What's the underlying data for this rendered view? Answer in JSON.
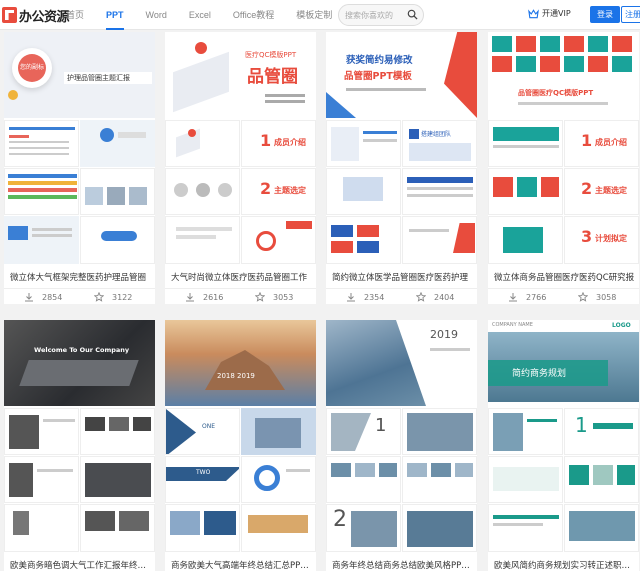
{
  "header": {
    "logo_text": "办公资源",
    "nav": [
      {
        "label": "首页",
        "active": false
      },
      {
        "label": "PPT",
        "active": true
      },
      {
        "label": "Word",
        "active": false
      },
      {
        "label": "Excel",
        "active": false
      },
      {
        "label": "Office教程",
        "active": false
      },
      {
        "label": "模板定制",
        "active": false
      }
    ],
    "search_placeholder": "搜索你喜欢的",
    "vip_label": "开通VIP",
    "login_label": "登录",
    "register_label": "注册"
  },
  "cards": [
    {
      "title": "微立体大气框架完整医药护理品管圈",
      "downloads": "2854",
      "favorites": "3122",
      "cover": {
        "heading": "护理品管圈主题汇报",
        "badge": "您的副标"
      }
    },
    {
      "title": "大气时尚微立体医疗医药品管圈工作",
      "downloads": "2616",
      "favorites": "3053",
      "cover": {
        "heading": "医疗QC模版PPT",
        "big": "品管圈",
        "s1": "1",
        "s1_label": "成员介绍",
        "s2": "2",
        "s2_label": "主题选定"
      }
    },
    {
      "title": "简约微立体医学品管圈医疗医药护理",
      "downloads": "2354",
      "favorites": "2404",
      "cover": {
        "heading": "获奖简约易修改",
        "sub": "品管圈PPT模板",
        "chip": "搭建组团队"
      }
    },
    {
      "title": "微立体商务品管圈医疗医药QC研究报",
      "downloads": "2766",
      "favorites": "3058",
      "cover": {
        "heading": "品管圈医疗QC模版PPT",
        "s1": "1",
        "s1_label": "成员介绍",
        "s2": "2",
        "s2_label": "主题选定",
        "s3": "3",
        "s3_label": "计划拟定"
      }
    },
    {
      "title": "欧美商务暗色调大气工作汇报年终总结",
      "downloads": "",
      "favorites": "",
      "cover": {
        "heading": "Welcome To Our Company"
      }
    },
    {
      "title": "商务欧美大气高端年终总结汇总PPT模板",
      "downloads": "",
      "favorites": "",
      "cover": {
        "year": "2018 2019",
        "one": "ONE",
        "two": "TWO"
      }
    },
    {
      "title": "商务年终总结商务总结欧美风格PPT模板",
      "downloads": "",
      "favorites": "",
      "cover": {
        "year": "2019",
        "n1": "1",
        "n2": "2"
      }
    },
    {
      "title": "欧美风简约商务规划实习转正述职报告",
      "downloads": "",
      "favorites": "",
      "cover": {
        "company": "COMPANY NAME",
        "logo": "LOGO",
        "heading": "简约商务规划",
        "n": "1"
      }
    }
  ],
  "colors": {
    "accent": "#1a73e8",
    "red": "#e84c3d",
    "teal": "#1a9a8a"
  }
}
